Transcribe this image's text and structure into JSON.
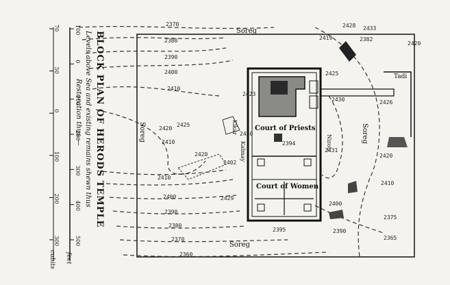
{
  "title": "BLOCK PLAN OF HERODS TEMPLE",
  "subtitle": "Levels above Sea and existing remains shewn thus",
  "restoration_label": "Restoration thus —",
  "scale": {
    "ticks_upper": [
      "100",
      "0",
      "100",
      "200",
      "300",
      "400",
      "500"
    ],
    "ticks_lower": [
      "70",
      "50",
      "0",
      "100",
      "200",
      "300"
    ],
    "unit_upper": "feet",
    "unit_lower": "cubits"
  },
  "labels": {
    "court_of_priests": "Court of Priests",
    "court_of_women": "Court of Women",
    "soreg": "Soreg",
    "tadi": "Tadi",
    "nizotz": "Nizotz",
    "kalmay": "Kalmay",
    "kikar": "Kikar"
  },
  "elevations": [
    "2370",
    "2380",
    "2390",
    "2400",
    "2410",
    "2420",
    "2425",
    "2430",
    "2431",
    "2423",
    "2419",
    "2410",
    "2420",
    "2429",
    "2410",
    "2400",
    "2390",
    "2380",
    "2370",
    "2360",
    "2382",
    "2420",
    "2428",
    "2433",
    "2425",
    "2430",
    "2426",
    "2420",
    "2410",
    "2400",
    "2390",
    "2395",
    "2394",
    "2402",
    "2375",
    "2365"
  ],
  "colors": {
    "ink": "#111111",
    "paper": "#f4f3ee"
  }
}
